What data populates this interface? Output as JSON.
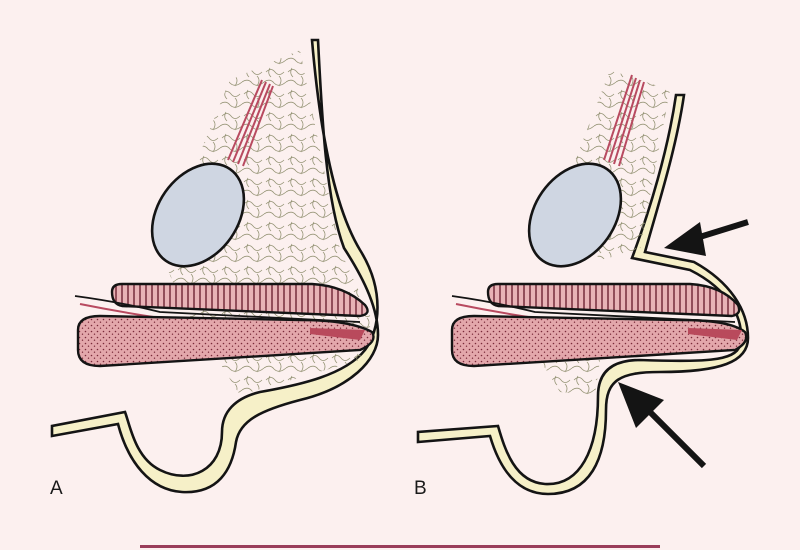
{
  "panels": [
    {
      "id": "A",
      "label": "A"
    },
    {
      "id": "B",
      "label": "B"
    }
  ],
  "colors": {
    "background": "#fcf0ef",
    "fat": "#f6f0c8",
    "fat_pattern": "#8a8a68",
    "cartilage": "#e3a7ab",
    "cartilage_dark": "#b94a5c",
    "nerve": "#b84a60",
    "globe": "#cfd6e2",
    "outline": "#141414",
    "bottom_rule": "#9a3d5a"
  },
  "icons": [
    "arrow-icon"
  ]
}
